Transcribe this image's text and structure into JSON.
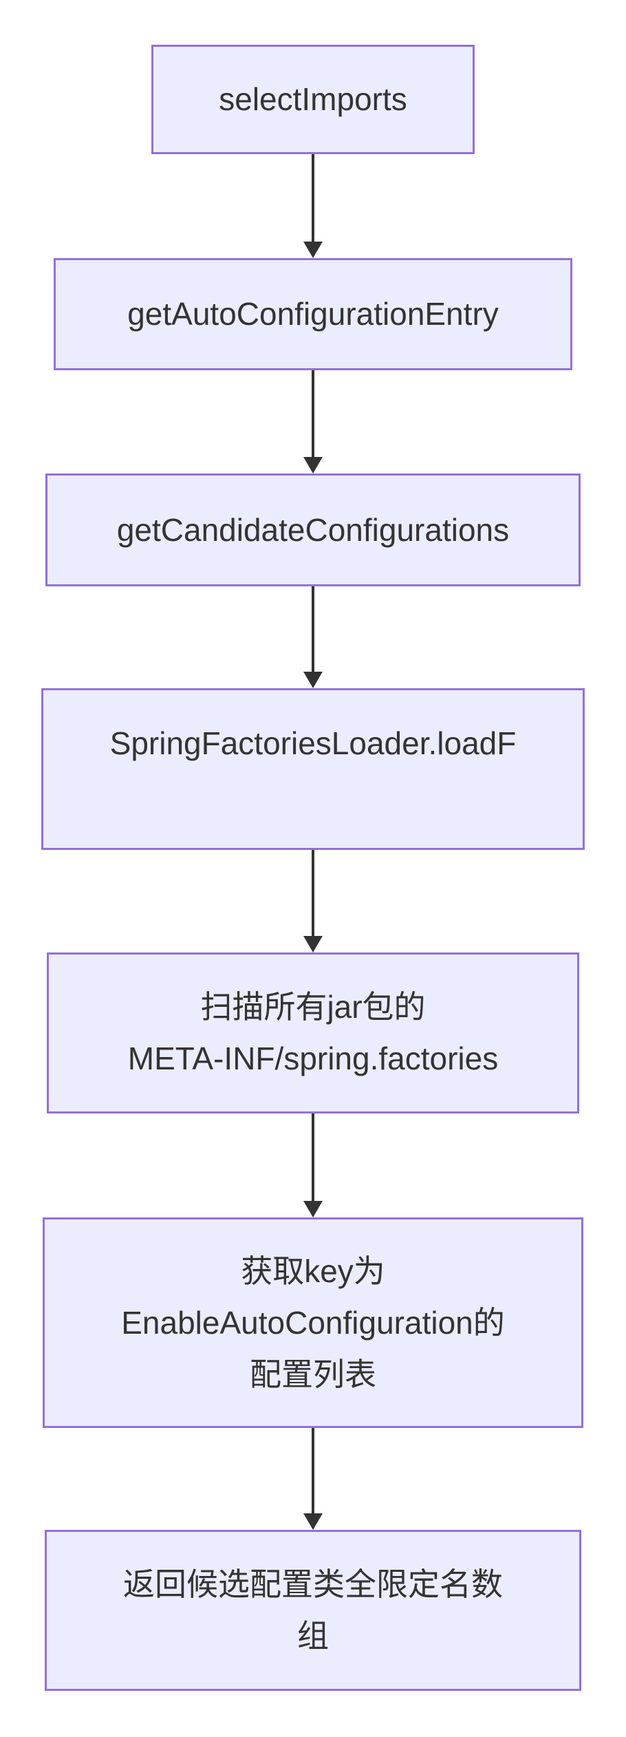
{
  "colors": {
    "node_fill": "#ECECFF",
    "node_border": "#9370DB",
    "arrow": "#333333",
    "text": "#333333",
    "background": "#FFFFFF"
  },
  "flowchart": {
    "type": "top-down-flowchart",
    "nodes": [
      {
        "label": "selectImports"
      },
      {
        "label": "getAutoConfigurationEntry"
      },
      {
        "label": "getCandidateConfigurations"
      },
      {
        "label": "SpringFactoriesLoader.loadF"
      },
      {
        "label": "扫描所有jar包的\nMETA-INF/spring.factories"
      },
      {
        "label": "获取key为\nEnableAutoConfiguration的\n配置列表"
      },
      {
        "label": "返回候选配置类全限定名数\n组"
      }
    ],
    "edges": [
      {
        "from": 0,
        "to": 1,
        "style": "arrow-down"
      },
      {
        "from": 1,
        "to": 2,
        "style": "arrow-down"
      },
      {
        "from": 2,
        "to": 3,
        "style": "arrow-down"
      },
      {
        "from": 3,
        "to": 4,
        "style": "arrow-down"
      },
      {
        "from": 4,
        "to": 5,
        "style": "arrow-down"
      },
      {
        "from": 5,
        "to": 6,
        "style": "arrow-down"
      }
    ]
  }
}
